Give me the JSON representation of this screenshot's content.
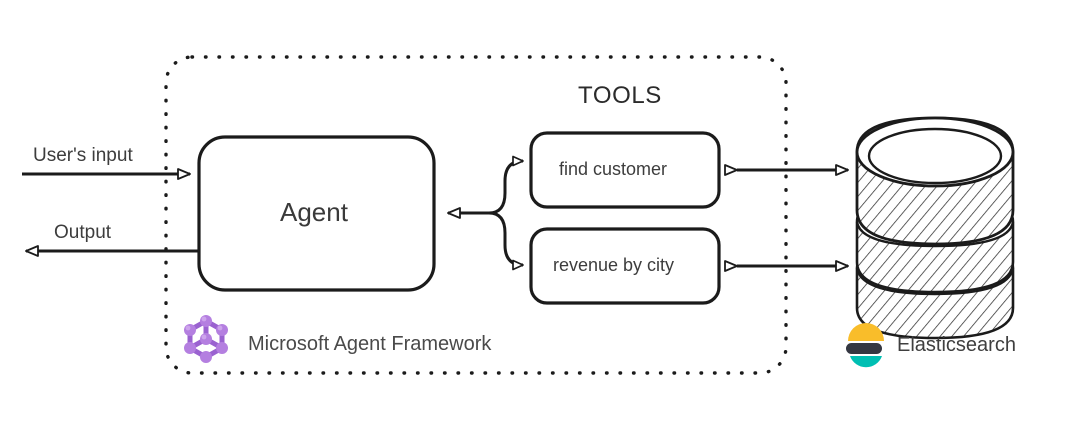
{
  "diagram": {
    "title": "Microsoft Agent Framework agent with Elasticsearch tools",
    "boundary": {
      "name": "agent-framework-boundary",
      "style": "dotted"
    },
    "flows": {
      "input_label": "User's input",
      "output_label": "Output"
    },
    "agent": {
      "label": "Agent"
    },
    "tools_section": {
      "heading": "TOOLS",
      "tools": [
        {
          "label": "find customer"
        },
        {
          "label": "revenue by city"
        }
      ]
    },
    "datastore": {
      "label": "Elasticsearch",
      "icon": "database-cylinder-icon",
      "segments": 3
    },
    "framework": {
      "label": "Microsoft Agent Framework",
      "icon": "microsoft-agent-framework-logo"
    },
    "colors": {
      "stroke": "#1b1b1b",
      "text": "#3d3d3d",
      "background": "#ffffff",
      "maf_purple_light": "#c9a0ea",
      "maf_purple": "#a36fd6",
      "maf_purple_dark": "#8a52c4",
      "elastic_yellow": "#f9bd2a",
      "elastic_dark": "#343741",
      "elastic_teal": "#00bfb3",
      "hatch": "#2a2a2a"
    }
  }
}
